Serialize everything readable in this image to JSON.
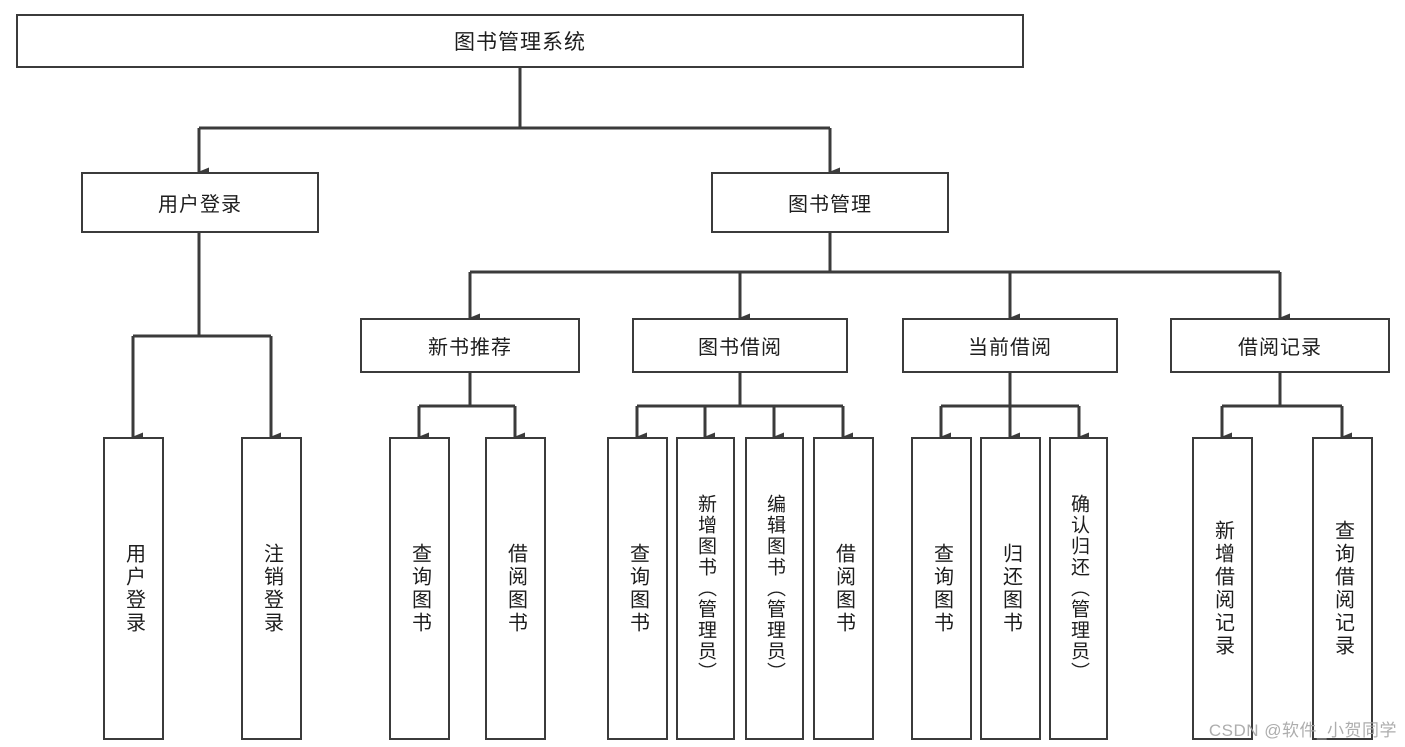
{
  "diagram": {
    "title": "图书管理系统",
    "watermark": "CSDN @软件_小贺同学",
    "line_color": "#3b3b3b",
    "background_color": "#ffffff",
    "text_color": "#1d1d1d",
    "watermark_color": "#a7a7a7",
    "root": {
      "label": "图书管理系统"
    },
    "level2": [
      {
        "label": "用户登录"
      },
      {
        "label": "图书管理"
      }
    ],
    "level3": [
      {
        "label": "新书推荐"
      },
      {
        "label": "图书借阅"
      },
      {
        "label": "当前借阅"
      },
      {
        "label": "借阅记录"
      }
    ],
    "leaves": {
      "user_login": [
        {
          "label": "用户登录"
        },
        {
          "label": "注销登录"
        }
      ],
      "new_book_recommend": [
        {
          "label": "查询图书"
        },
        {
          "label": "借阅图书"
        }
      ],
      "book_borrow": [
        {
          "label": "查询图书"
        },
        {
          "label": "新增图书（管理员）"
        },
        {
          "label": "编辑图书（管理员）"
        },
        {
          "label": "借阅图书"
        }
      ],
      "current_borrow": [
        {
          "label": "查询图书"
        },
        {
          "label": "归还图书"
        },
        {
          "label": "确认归还（管理员）"
        }
      ],
      "borrow_record": [
        {
          "label": "新增借阅记录"
        },
        {
          "label": "查询借阅记录"
        }
      ]
    }
  }
}
